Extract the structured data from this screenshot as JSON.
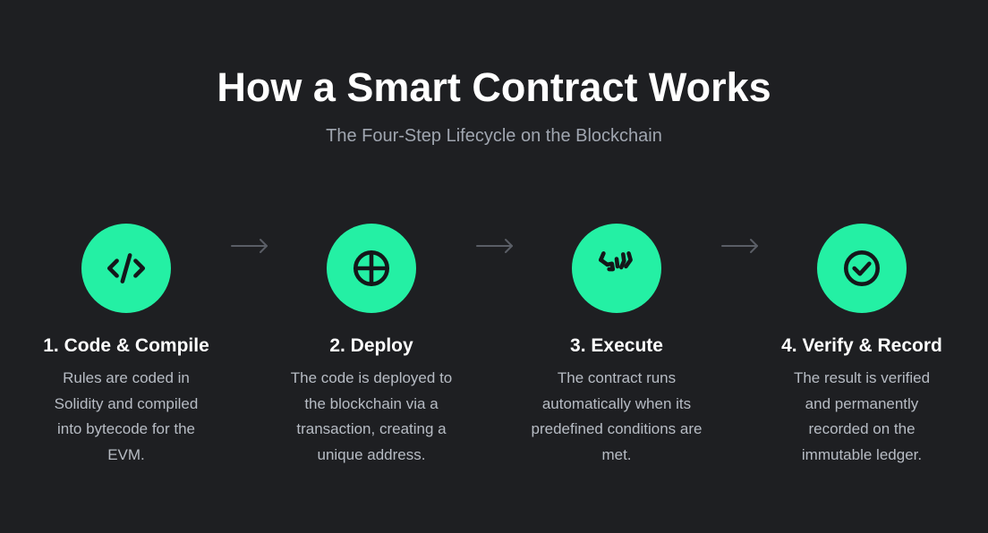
{
  "header": {
    "title": "How a Smart Contract Works",
    "subtitle": "The Four-Step Lifecycle on the Blockchain"
  },
  "colors": {
    "background": "#1e1f22",
    "accent": "#24f0a4",
    "icon_stroke": "#14171a",
    "arrow": "#5a5e66"
  },
  "steps": [
    {
      "title": "1. Code & Compile",
      "description": "Rules are coded in Solidity and compiled into bytecode for the EVM.",
      "icon": "code-icon"
    },
    {
      "title": "2. Deploy",
      "description": "The code is deployed to the blockchain via a transaction, creating a unique address.",
      "icon": "crosshair-icon"
    },
    {
      "title": "3. Execute",
      "description": "The contract runs automatically when its predefined conditions are met.",
      "icon": "handshake-icon"
    },
    {
      "title": "4. Verify & Record",
      "description": "The result is verified and permanently recorded on the immutable ledger.",
      "icon": "check-circle-icon"
    }
  ]
}
